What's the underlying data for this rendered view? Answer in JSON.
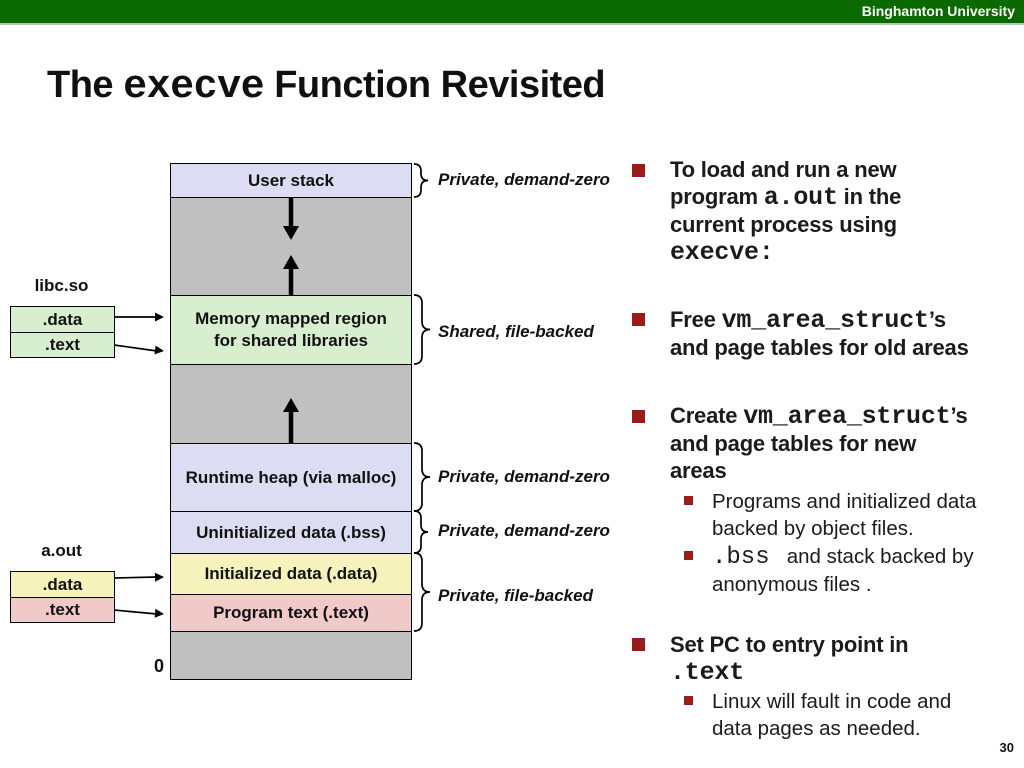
{
  "header": {
    "institution": "Binghamton University",
    "bar_color": "#0a6a00"
  },
  "title": {
    "segments": [
      {
        "text": "The "
      },
      {
        "text": "execve",
        "mono": true
      },
      {
        "text": " Function Revisited"
      }
    ]
  },
  "colors": {
    "lavender": "#dcdcf2",
    "green": "#d8efcf",
    "yellow": "#f6f2bc",
    "pink": "#f0c9c9",
    "gray": "#c0c0c0",
    "bullet_red": "#9b1b1b",
    "header_green": "#0a6a00"
  },
  "diagram": {
    "rows": [
      {
        "id": "user-stack",
        "label": "User stack",
        "color": "#dcdcf2"
      },
      {
        "id": "gap-top",
        "label": "",
        "color": "#c0c0c0"
      },
      {
        "id": "mmap",
        "label": "Memory mapped region\nfor shared libraries",
        "color": "#d8efcf"
      },
      {
        "id": "gap-mid",
        "label": "",
        "color": "#c0c0c0"
      },
      {
        "id": "heap",
        "label": "Runtime heap (via malloc)",
        "color": "#dcdcf2"
      },
      {
        "id": "bss",
        "label": "Uninitialized data (.bss)",
        "color": "#dcdcf2"
      },
      {
        "id": "data",
        "label": "Initialized data (.data)",
        "color": "#f6f2bc"
      },
      {
        "id": "text",
        "label": "Program text (.text)",
        "color": "#f0c9c9"
      },
      {
        "id": "gap-bottom",
        "label": "",
        "color": "#c0c0c0"
      }
    ],
    "zero_label": "0",
    "side_groups": [
      {
        "id": "libc",
        "label": "libc.so",
        "boxes": [
          {
            "label": ".data",
            "color": "#d8efcf"
          },
          {
            "label": ".text",
            "color": "#d8efcf"
          }
        ]
      },
      {
        "id": "aout",
        "label": "a.out",
        "boxes": [
          {
            "label": ".data",
            "color": "#f6f2bc"
          },
          {
            "label": ".text",
            "color": "#f0c9c9"
          }
        ]
      }
    ],
    "annotations": [
      {
        "id": "stack-annot",
        "label": "Private, demand-zero"
      },
      {
        "id": "mmap-annot",
        "label": "Shared, file-backed"
      },
      {
        "id": "heap-annot",
        "label": "Private, demand-zero"
      },
      {
        "id": "bss-annot",
        "label": "Private, demand-zero"
      },
      {
        "id": "datatext-annot",
        "label": "Private, file-backed"
      }
    ]
  },
  "bullets": [
    {
      "level": 1,
      "segments": [
        {
          "text": "To load and run a new"
        },
        {
          "br": true
        },
        {
          "text": "program "
        },
        {
          "text": "a.out",
          "mono": true
        },
        {
          "text": " in the"
        },
        {
          "br": true
        },
        {
          "text": "current process using"
        },
        {
          "br": true
        },
        {
          "text": "execve:",
          "mono": true
        }
      ]
    },
    {
      "level": 1,
      "segments": [
        {
          "text": "Free "
        },
        {
          "text": "vm_area_struct",
          "mono": true
        },
        {
          "text": "’s"
        },
        {
          "br": true
        },
        {
          "text": "and page tables for old areas"
        }
      ]
    },
    {
      "level": 1,
      "segments": [
        {
          "text": "Create "
        },
        {
          "text": "vm_area_struct",
          "mono": true
        },
        {
          "text": "’s"
        },
        {
          "br": true
        },
        {
          "text": "and page tables for new"
        },
        {
          "br": true
        },
        {
          "text": "areas"
        }
      ]
    },
    {
      "level": 2,
      "segments": [
        {
          "text": "Programs and initialized data"
        },
        {
          "br": true
        },
        {
          "text": "backed by object files."
        }
      ]
    },
    {
      "level": 2,
      "segments": [
        {
          "text": ".bss",
          "mono": true
        },
        {
          "text": "   and stack backed by"
        },
        {
          "br": true
        },
        {
          "text": "anonymous files ."
        }
      ]
    },
    {
      "level": 1,
      "segments": [
        {
          "text": "Set PC to entry point in"
        },
        {
          "br": true
        },
        {
          "text": ".text",
          "mono": true
        }
      ]
    },
    {
      "level": 2,
      "segments": [
        {
          "text": "Linux will fault in code and"
        },
        {
          "br": true
        },
        {
          "text": "data pages as needed."
        }
      ]
    }
  ],
  "page_number": "30"
}
